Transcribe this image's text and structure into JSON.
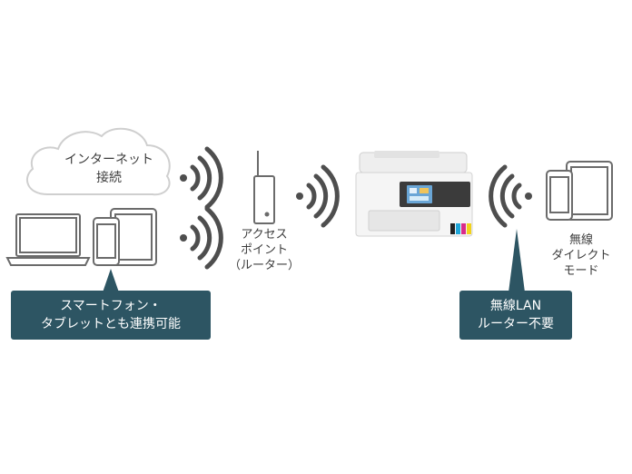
{
  "labels": {
    "internet_line1": "インターネット",
    "internet_line2": "接続",
    "ap_line1": "アクセス",
    "ap_line2": "ポイント",
    "ap_line3": "（ルーター）",
    "direct_line1": "無線",
    "direct_line2": "ダイレクト",
    "direct_line3": "モード"
  },
  "callouts": {
    "devices_line1": "スマートフォン・",
    "devices_line2": "タブレットとも連携可能",
    "wlan_line1": "無線LAN",
    "wlan_line2": "ルーター不要"
  },
  "colors": {
    "icon_gray": "#6b6b6b",
    "wifi_gray": "#4e4e4e",
    "cloud_stroke": "#cfcfcf",
    "callout_bg": "#2d5563"
  },
  "icons": [
    "cloud-icon",
    "laptop-icon",
    "smartphone-icon",
    "tablet-icon",
    "wifi-icon",
    "router-icon",
    "printer-icon"
  ]
}
